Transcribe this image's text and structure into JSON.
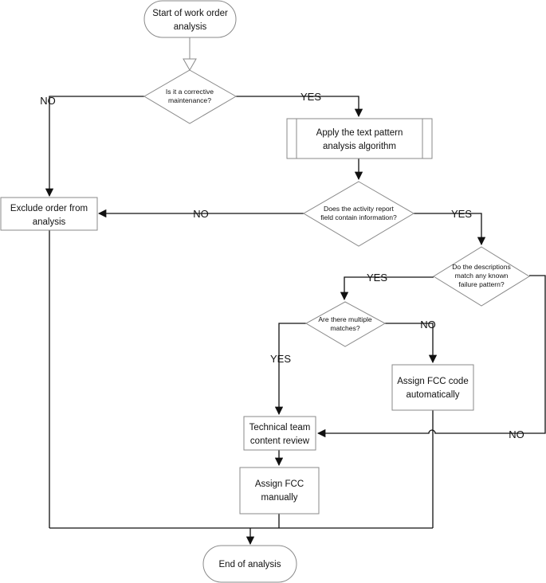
{
  "diagram": {
    "start": [
      "Start of work order",
      "analysis"
    ],
    "q_corrective": [
      "Is it a corrective",
      "maintenance?"
    ],
    "apply_algorithm": [
      "Apply the text pattern",
      "analysis algorithm"
    ],
    "exclude_order": [
      "Exclude order from",
      "analysis"
    ],
    "q_activity_report": [
      "Does the activity report",
      "field contain information?"
    ],
    "q_descriptions": [
      "Do the descriptions",
      "match any known",
      "failure pattern?"
    ],
    "q_multiple": [
      "Are there multiple",
      "matches?"
    ],
    "assign_auto": [
      "Assign FCC code",
      "automatically"
    ],
    "technical_review": [
      "Technical team",
      "content review"
    ],
    "assign_manual": [
      "Assign FCC",
      "manually"
    ],
    "end": "End of analysis",
    "labels": {
      "no_corrective": "NO",
      "yes_corrective": "YES",
      "no_activity": "NO",
      "yes_activity": "YES",
      "yes_descriptions": "YES",
      "no_descriptions": "NO",
      "no_multiple": "NO",
      "yes_multiple": "YES"
    }
  },
  "colors": {
    "line": "#111111",
    "shape_border": "#8a8a8a",
    "background": "#ffffff"
  }
}
